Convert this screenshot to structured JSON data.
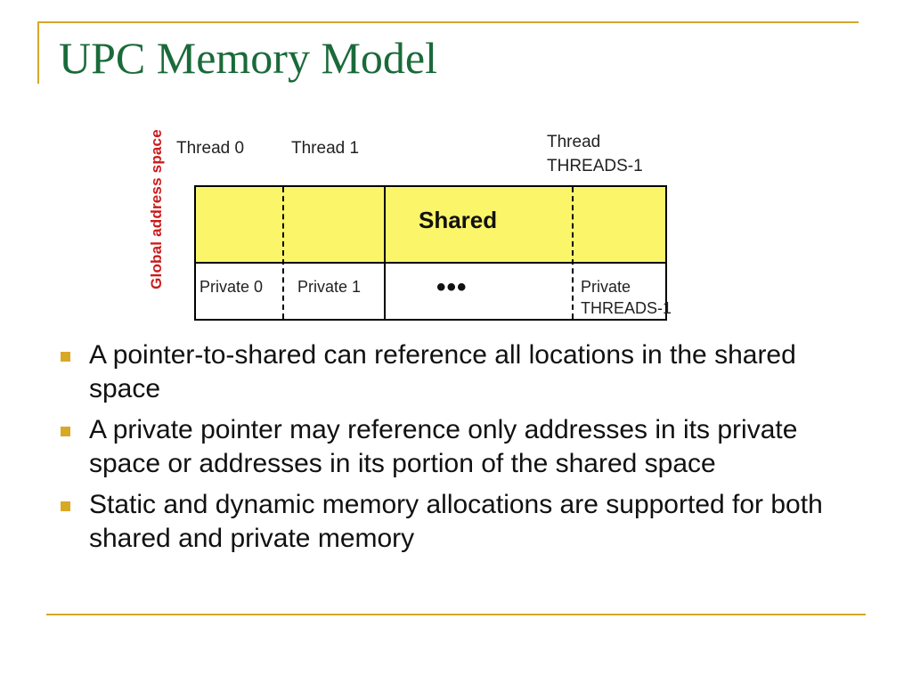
{
  "slide": {
    "title": "UPC Memory Model"
  },
  "diagram": {
    "axis_label": "Global address space",
    "thread_labels": [
      "Thread 0",
      "Thread 1",
      "Thread",
      "THREADS-1"
    ],
    "shared_label": "Shared",
    "private_labels": [
      "Private 0",
      "Private 1",
      "Private",
      "THREADS-1"
    ],
    "ellipsis": "•••"
  },
  "bullets": [
    " A pointer-to-shared can reference all locations in the shared space",
    "  A private pointer may reference only addresses in its private space or addresses in its portion of the shared space",
    "  Static and dynamic memory allocations are supported for both shared and private memory"
  ],
  "colors": {
    "title": "#1a6a3a",
    "frame": "#d4a82a",
    "shared_fill": "#fbf56a",
    "axis_label": "#cc1a1a",
    "bullet_marker": "#d9a825"
  }
}
